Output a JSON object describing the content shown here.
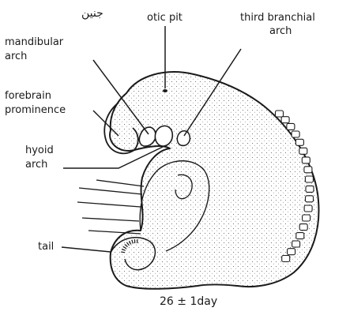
{
  "heading_script": "جنين",
  "labels": {
    "otic_pit": "otic pit",
    "third_branchial_1": "third branchial",
    "third_branchial_2": "arch",
    "mandibular_1": "mandibular",
    "mandibular_2": "arch",
    "forebrain_1": "forebrain",
    "forebrain_2": "prominence",
    "hyoid_1": "hyoid",
    "hyoid_2": "arch",
    "tail": "tail"
  },
  "caption": "26 ± 1day",
  "colors": {
    "ink": "#1a1a1a",
    "paper": "#ffffff",
    "stipple": "#555555"
  }
}
